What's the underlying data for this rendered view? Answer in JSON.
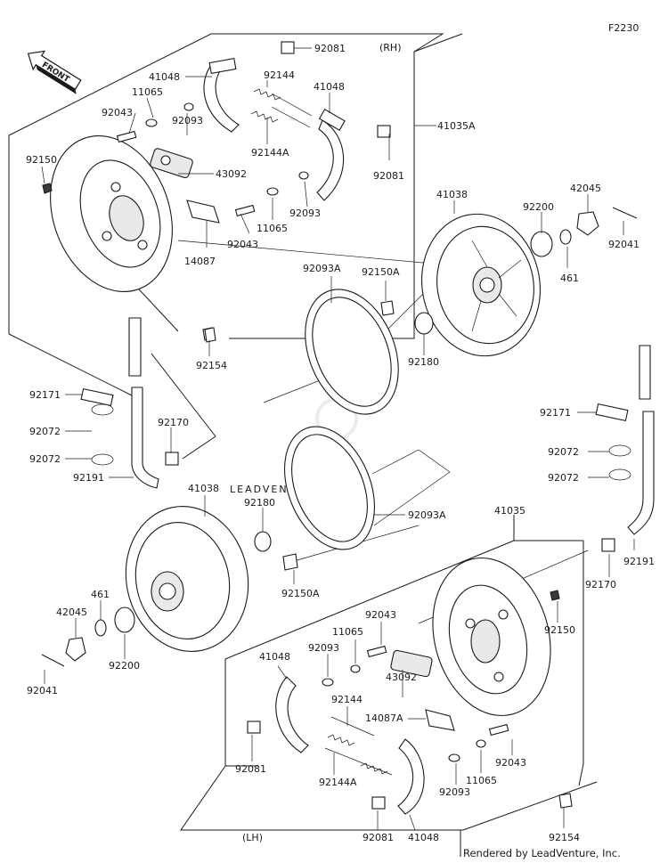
{
  "figure_code": "F2230",
  "direction_label": "FRONT",
  "side_labels": {
    "right": "(RH)",
    "left": "(LH)"
  },
  "watermark": "LEADVENTURE",
  "footer": "Rendered by LeadVenture, Inc.",
  "parts": {
    "p1": "92081",
    "p2": "41048",
    "p3": "92144",
    "p4": "11065",
    "p5": "41048",
    "p6": "92043",
    "p7": "92093",
    "p8": "41035A",
    "p9": "92144A",
    "p10": "92150",
    "p11": "43092",
    "p12": "92081",
    "p13": "41038",
    "p14": "42045",
    "p15": "92200",
    "p16": "92093",
    "p17": "11065",
    "p18": "92043",
    "p19": "14087",
    "p20": "92041",
    "p21": "461",
    "p22": "92093A",
    "p23": "92150A",
    "p24": "92180",
    "p25": "92154",
    "p26": "92171",
    "p27": "92171",
    "p28": "92072",
    "p29": "92170",
    "p30": "92072",
    "p31": "92072",
    "p32": "92072",
    "p33": "92191",
    "p34": "41038",
    "p35": "92180",
    "p36": "92093A",
    "p37": "41035",
    "p38": "92191",
    "p39": "461",
    "p40": "92150A",
    "p41": "92170",
    "p42": "42045",
    "p43": "92200",
    "p44": "92043",
    "p45": "92150",
    "p46": "92041",
    "p47": "41048",
    "p48": "92093",
    "p49": "11065",
    "p50": "92144",
    "p51": "43092",
    "p52": "14087A",
    "p53": "92081",
    "p54": "92043",
    "p55": "92144A",
    "p56": "92093",
    "p57": "11065",
    "p58": "92081",
    "p59": "41048",
    "p60": "92154"
  }
}
